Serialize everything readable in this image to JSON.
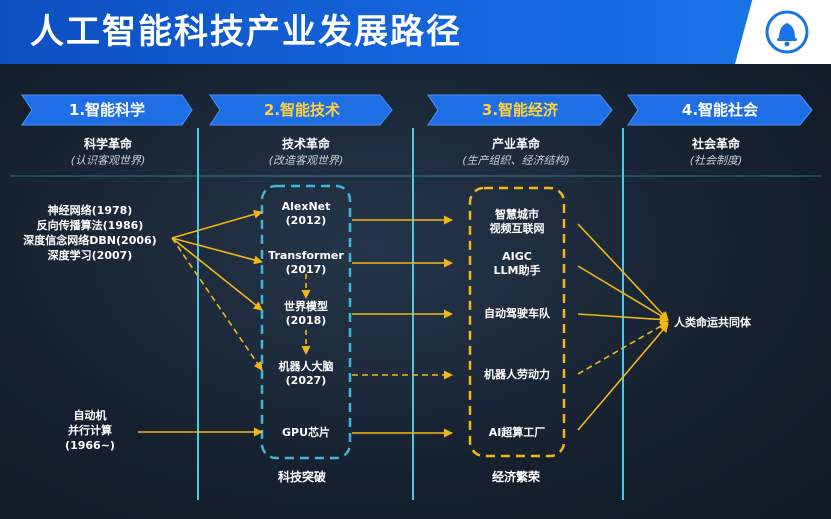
{
  "title": "人工智能科技产业发展路径",
  "stages": [
    {
      "label": "1.智能科学",
      "highlight": false
    },
    {
      "label": "2.智能技术",
      "highlight": true
    },
    {
      "label": "3.智能经济",
      "highlight": true
    },
    {
      "label": "4.智能社会",
      "highlight": false
    }
  ],
  "columns": [
    {
      "head": "科学革命",
      "sub": "(认识客观世界)"
    },
    {
      "head": "技术革命",
      "sub": "(改造客观世界)"
    },
    {
      "head": "产业革命",
      "sub": "(生产组织、经济结构)"
    },
    {
      "head": "社会革命",
      "sub": "(社会制度)"
    }
  ],
  "science": {
    "group1": [
      "神经网络(1978)",
      "反向传播算法(1986)",
      "深度信念网络DBN(2006)",
      "深度学习(2007)"
    ],
    "group2": [
      "自动机",
      "并行计算",
      "(1966~)"
    ]
  },
  "tech": [
    {
      "line1": "AlexNet",
      "line2": "(2012)"
    },
    {
      "line1": "Transformer",
      "line2": "(2017)"
    },
    {
      "line1": "世界模型",
      "line2": "(2018)"
    },
    {
      "line1": "机器人大脑",
      "line2": "(2027)"
    },
    {
      "line1": "GPU芯片",
      "line2": ""
    }
  ],
  "economy": [
    {
      "line1": "智慧城市",
      "line2": "视频互联网"
    },
    {
      "line1": "AIGC",
      "line2": "LLM助手"
    },
    {
      "line1": "自动驾驶车队",
      "line2": ""
    },
    {
      "line1": "机器人劳动力",
      "line2": ""
    },
    {
      "line1": "AI超算工厂",
      "line2": ""
    }
  ],
  "society": "人类命运共同体",
  "footers": {
    "tech": "科技突破",
    "economy": "经济繁荣"
  },
  "colors": {
    "header_blue": "#1668e0",
    "arrow_gold": "#f2b716",
    "divider_cyan": "#4cc7e8",
    "dash_cyan": "#3fb8d6",
    "dash_gold": "#f2b716"
  },
  "icons": {
    "logo": "bell-logo-icon"
  }
}
